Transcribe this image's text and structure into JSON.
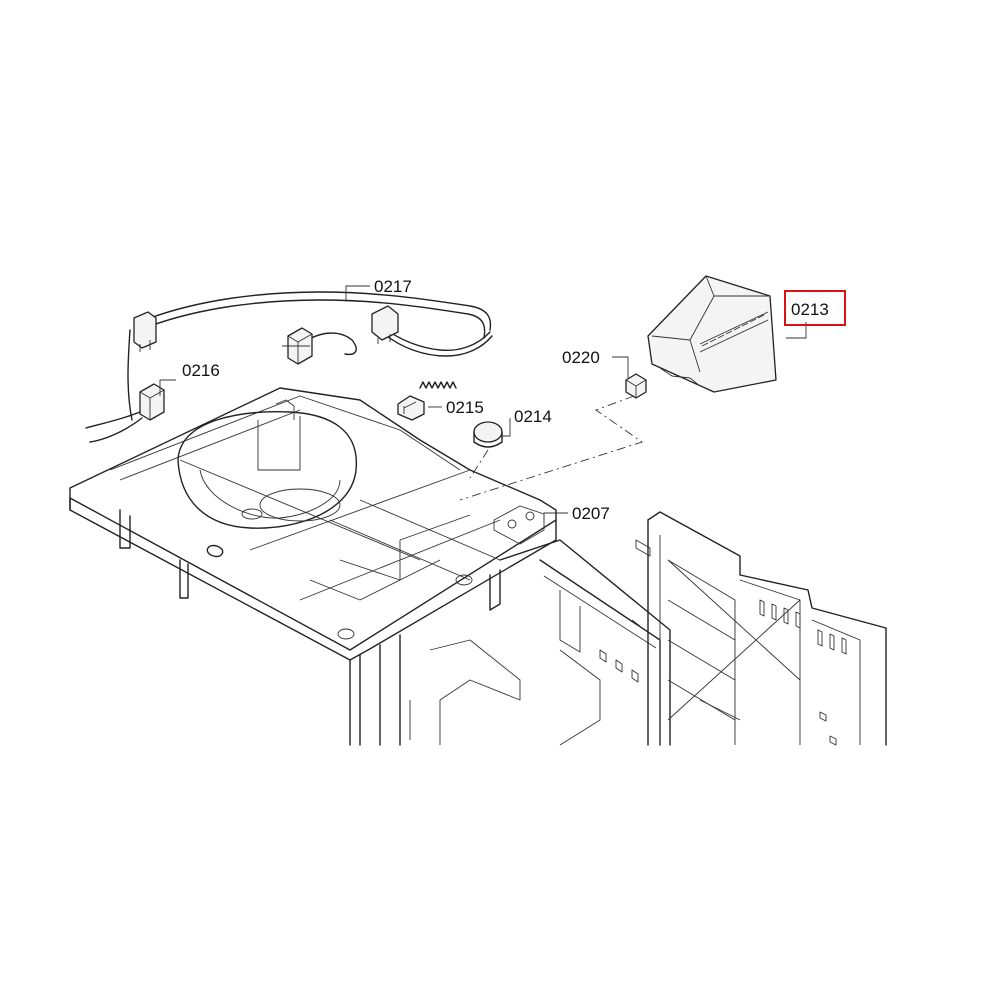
{
  "labels": {
    "p0207": "0207",
    "p0213": "0213",
    "p0214": "0214",
    "p0215": "0215",
    "p0216": "0216",
    "p0217": "0217",
    "p0220": "0220"
  },
  "highlighted_part": "0213",
  "colors": {
    "highlight": "#dd1111",
    "line": "#222222",
    "background": "#ffffff"
  }
}
